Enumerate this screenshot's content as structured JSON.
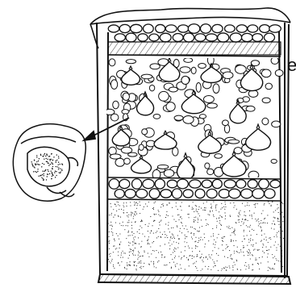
{
  "figure": {
    "edge_label": "e",
    "layers": [
      "top-cover",
      "top-stone-layer",
      "soil-band",
      "mixed-waste-layer",
      "lower-stone-layer",
      "sand-layer"
    ],
    "callout": "enlarged-waste-bag-detail",
    "colors": {
      "ink": "#111111",
      "paper": "#ffffff"
    }
  }
}
